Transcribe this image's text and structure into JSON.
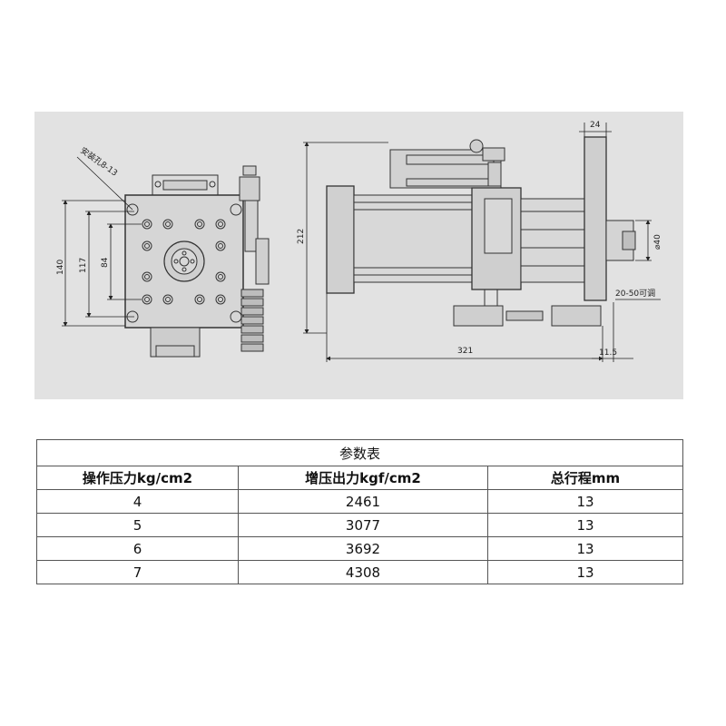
{
  "drawing": {
    "labels": {
      "mount_hole": "安装孔8-13",
      "dim_140": "140",
      "dim_117": "117",
      "dim_84": "84",
      "dim_212": "212",
      "dim_24": "24",
      "dim_phi40": "⌀40",
      "dim_adjust": "20-50可调",
      "dim_321": "321",
      "dim_11_5": "11.5"
    }
  },
  "table": {
    "title": "参数表",
    "headers": [
      "操作压力kg/cm2",
      "增压出力kgf/cm2",
      "总行程mm"
    ],
    "rows": [
      [
        "4",
        "2461",
        "13"
      ],
      [
        "5",
        "3077",
        "13"
      ],
      [
        "6",
        "3692",
        "13"
      ],
      [
        "7",
        "4308",
        "13"
      ]
    ]
  }
}
